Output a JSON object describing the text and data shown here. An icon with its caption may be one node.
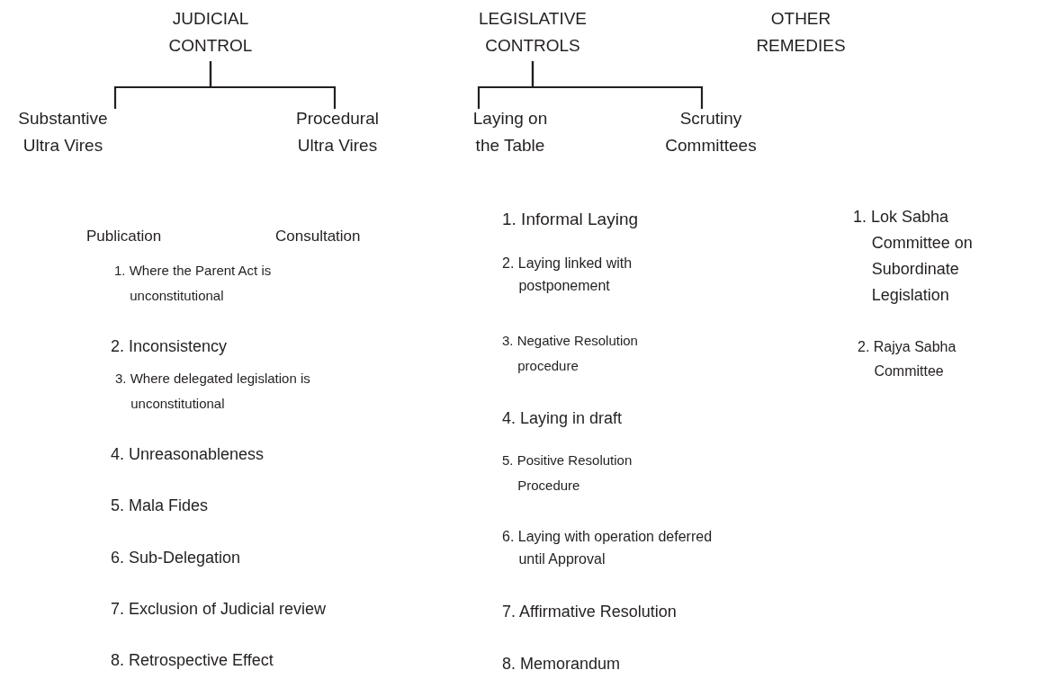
{
  "diagram": {
    "nodes": [
      {
        "text": [
          "JUDICIAL CONTROL"
        ]
      },
      {
        "text": [
          "Substantive Ultra Vires"
        ]
      },
      {
        "text": [
          "Procedural Ultra Vires"
        ]
      },
      {
        "text": [
          "LEGISLATIVE CONTROLS"
        ]
      },
      {
        "text": [
          "Laying on the Table"
        ]
      },
      {
        "text": [
          "Scrutiny Committees"
        ]
      },
      {
        "text": [
          "OTHER REMEDIES"
        ]
      }
    ],
    "edges": [
      {
        "from": 0,
        "to": 1,
        "arrow": "none"
      },
      {
        "from": 0,
        "to": 2,
        "arrow": "none"
      },
      {
        "from": 3,
        "to": 4,
        "arrow": "none"
      },
      {
        "from": 3,
        "to": 5,
        "arrow": "none"
      }
    ],
    "labels": [
      "Publication",
      "Consultation",
      "1. Where the Parent Act is unconstitutional",
      "2. Inconsistency",
      "3. Where delegated legislation is unconstitutional",
      "4. Unreasonableness",
      "5. Mala Fides",
      "6. Sub-Delegation",
      "7. Exclusion of Judicial review",
      "8. Retrospective Effect",
      "1. Informal Laying",
      "2. Laying linked with postponement",
      "3. Negative Resolution procedure",
      "4. Laying in draft",
      "5. Positive Resolution Procedure",
      "6. Laying with operation deferred until Approval",
      "7. Affirmative Resolution",
      "8. Memorandum",
      "1. Lok Sabha Committee on Subordinate Legislation",
      "2. Rajya Sabha Committee"
    ]
  }
}
